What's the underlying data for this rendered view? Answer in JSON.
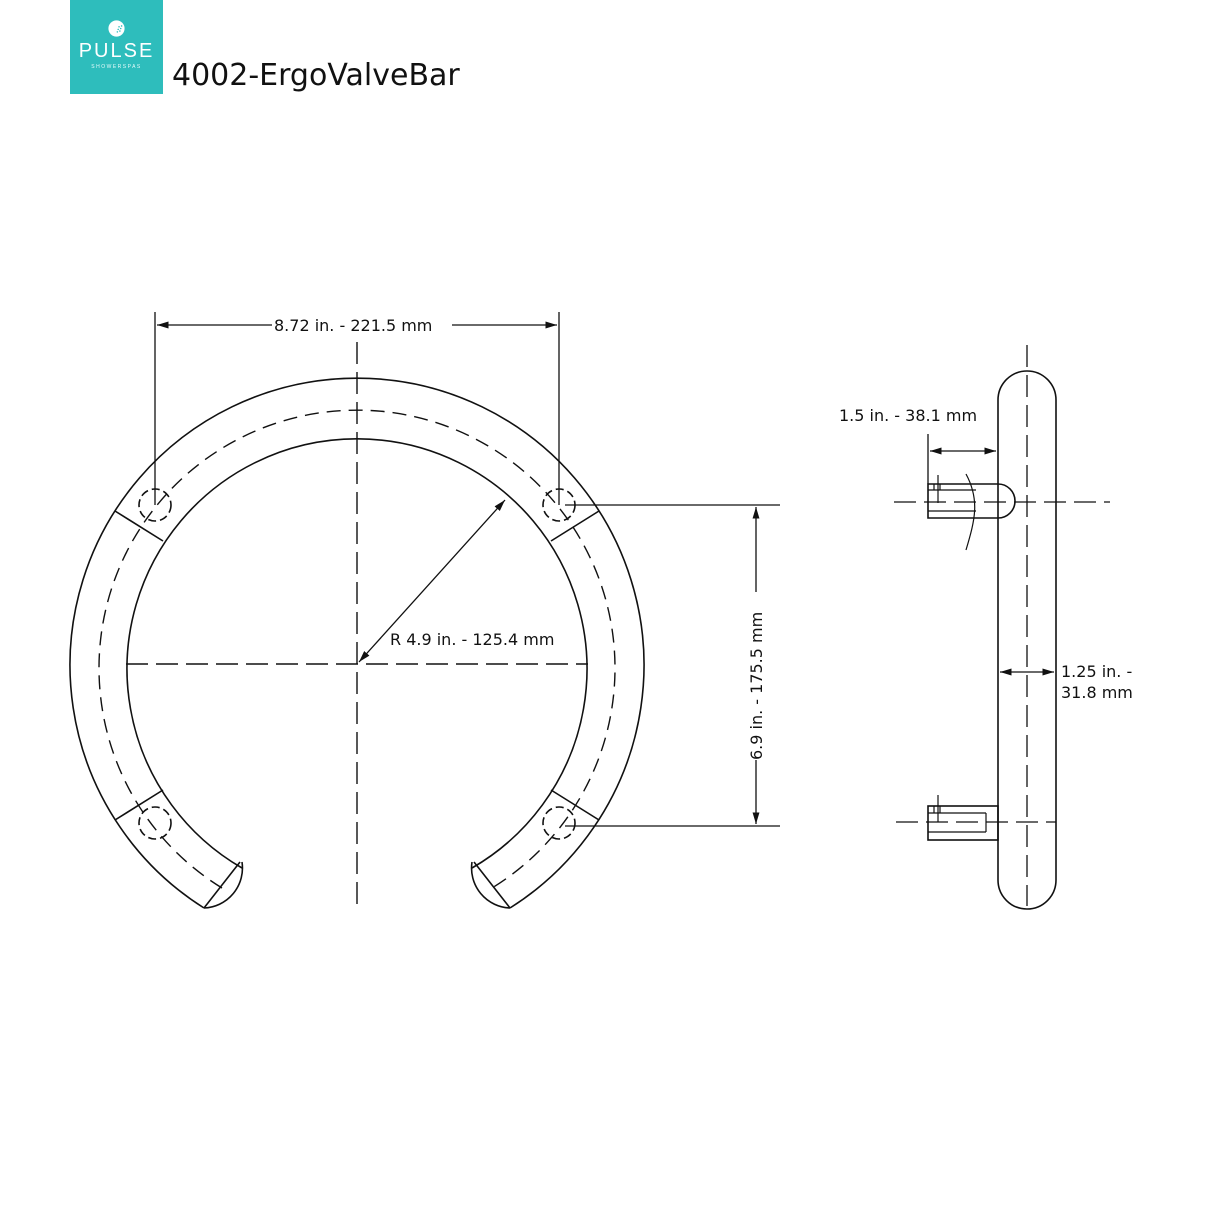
{
  "header": {
    "logo": {
      "brand": "PULSE",
      "subtitle": "SHOWERSPAS",
      "icon": "shower-head-icon",
      "color": "#2ebdbc"
    },
    "title": "4002-ErgoValveBar"
  },
  "front_view": {
    "width_dimension": "8.72 in. - 221.5 mm",
    "radius_dimension": "R 4.9 in. - 125.4 mm",
    "hole_spacing_dimension": "6.9 in. - 175.5 mm"
  },
  "side_view": {
    "projection_dimension": "1.5 in. - 38.1 mm",
    "bar_diameter_line1": "1.25 in. -",
    "bar_diameter_line2": "31.8 mm"
  }
}
